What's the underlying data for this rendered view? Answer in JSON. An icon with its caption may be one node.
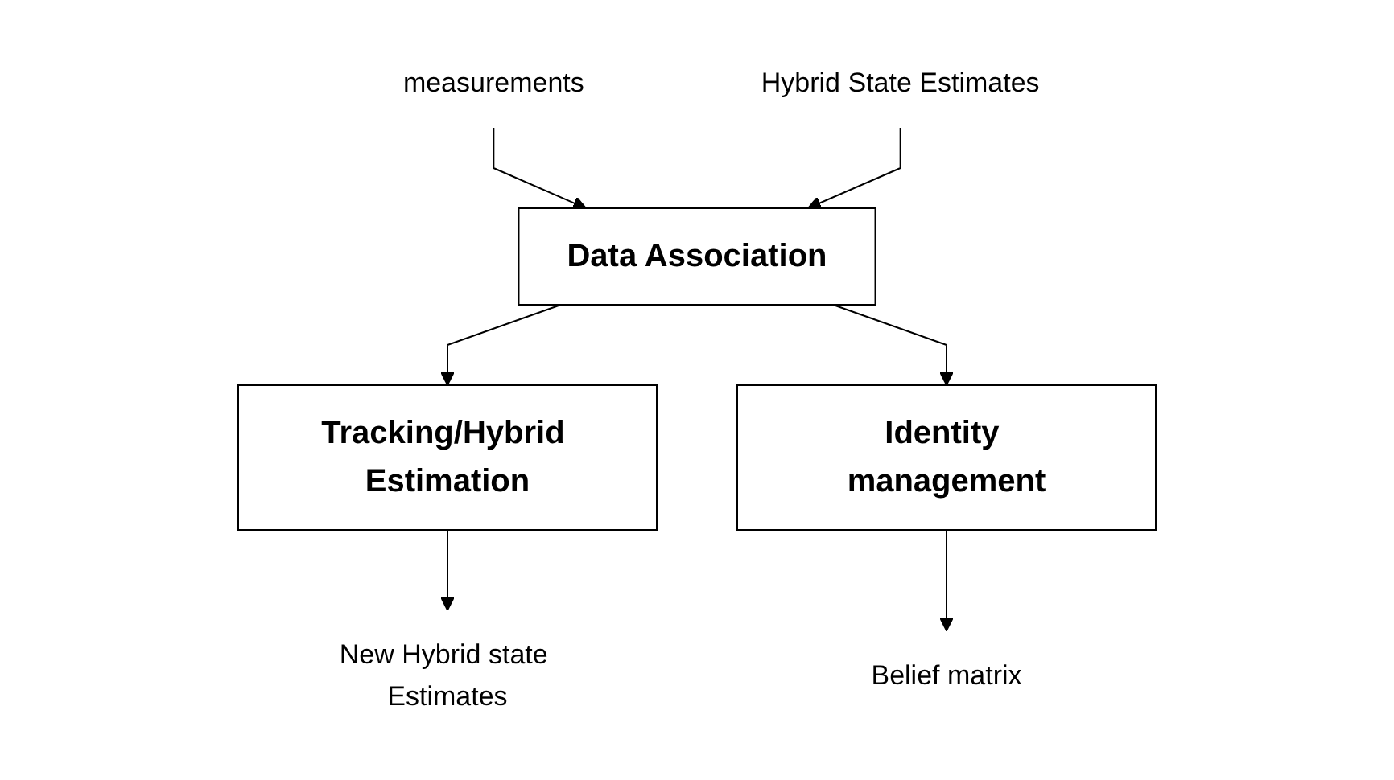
{
  "diagram": {
    "nodes": [
      {
        "text": [
          "measurements"
        ]
      },
      {
        "text": [
          "Hybrid State Estimates"
        ]
      },
      {
        "text": [
          "Data Association"
        ]
      },
      {
        "text": [
          "Tracking/Hybrid Estimation"
        ]
      },
      {
        "text": [
          "Identity management"
        ]
      },
      {
        "text": [
          "New Hybrid state Estimates"
        ]
      },
      {
        "text": [
          "Belief matrix"
        ]
      }
    ],
    "edges": [
      {
        "from": 0,
        "to": 2,
        "arrow": "to"
      },
      {
        "from": 1,
        "to": 2,
        "arrow": "to"
      },
      {
        "from": 2,
        "to": 3,
        "arrow": "to"
      },
      {
        "from": 2,
        "to": 4,
        "arrow": "to"
      },
      {
        "from": 3,
        "to": 5,
        "arrow": "to"
      },
      {
        "from": 4,
        "to": 6,
        "arrow": "to"
      }
    ]
  }
}
